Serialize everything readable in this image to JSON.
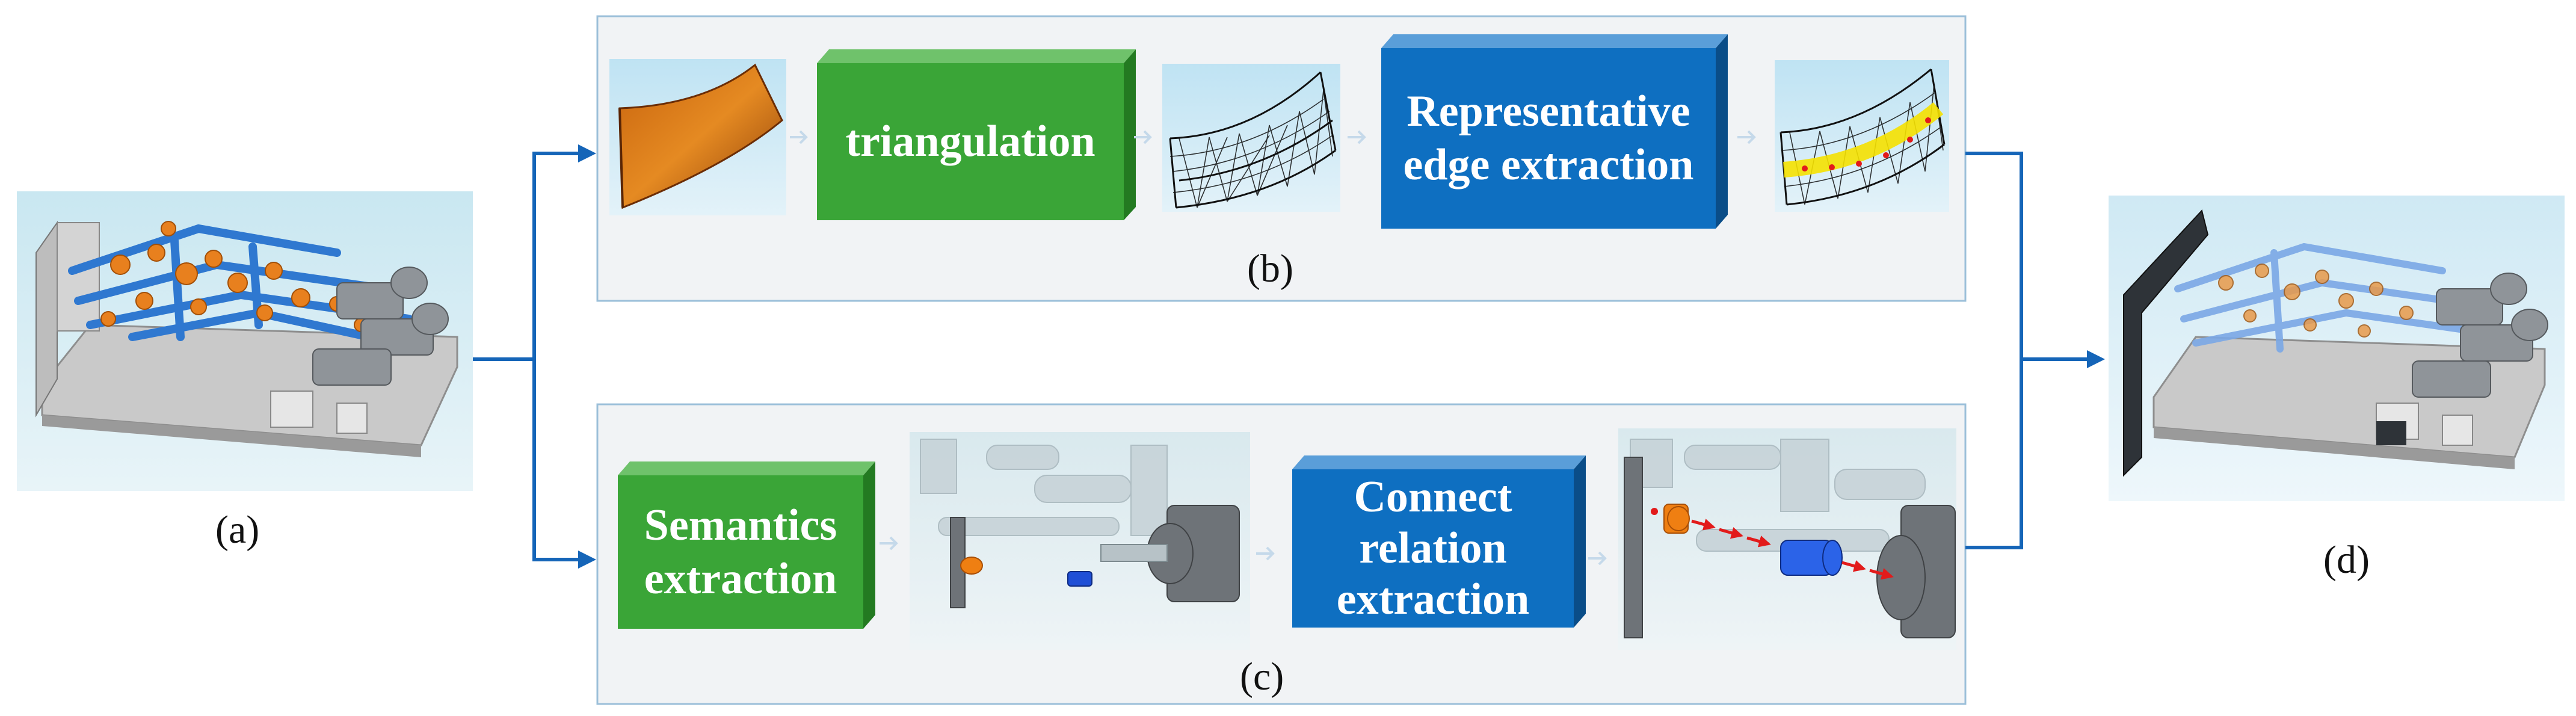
{
  "captions": {
    "a": "(a)",
    "b": "(b)",
    "c": "(c)",
    "d": "(d)"
  },
  "process_boxes": {
    "triangulation": {
      "label": "triangulation",
      "color": "#3aa537"
    },
    "edge_extraction": {
      "line1": "Representative",
      "line2": "edge extraction",
      "color": "#0e6fc1"
    },
    "semantics": {
      "line1": "Semantics",
      "line2": "extraction",
      "color": "#3aa537"
    },
    "connect": {
      "line1": "Connect",
      "line2": "relation",
      "line3": "extraction",
      "color": "#0e6fc1"
    }
  },
  "images": {
    "a": "pipe-system-model-icon",
    "b1": "orange-pipe-elbow-icon",
    "b2": "wireframe-mesh-icon",
    "b3": "mesh-with-edge-icon",
    "c1": "equipment-closeup-icon",
    "c2": "connection-arrows-icon",
    "d": "processed-pipe-model-icon"
  },
  "colors": {
    "flow_arrow": "#1565b8",
    "step_arrow": "#c5d9ea",
    "panel_border": "#9bbfd9",
    "panel_fill": "#f1f3f5"
  }
}
